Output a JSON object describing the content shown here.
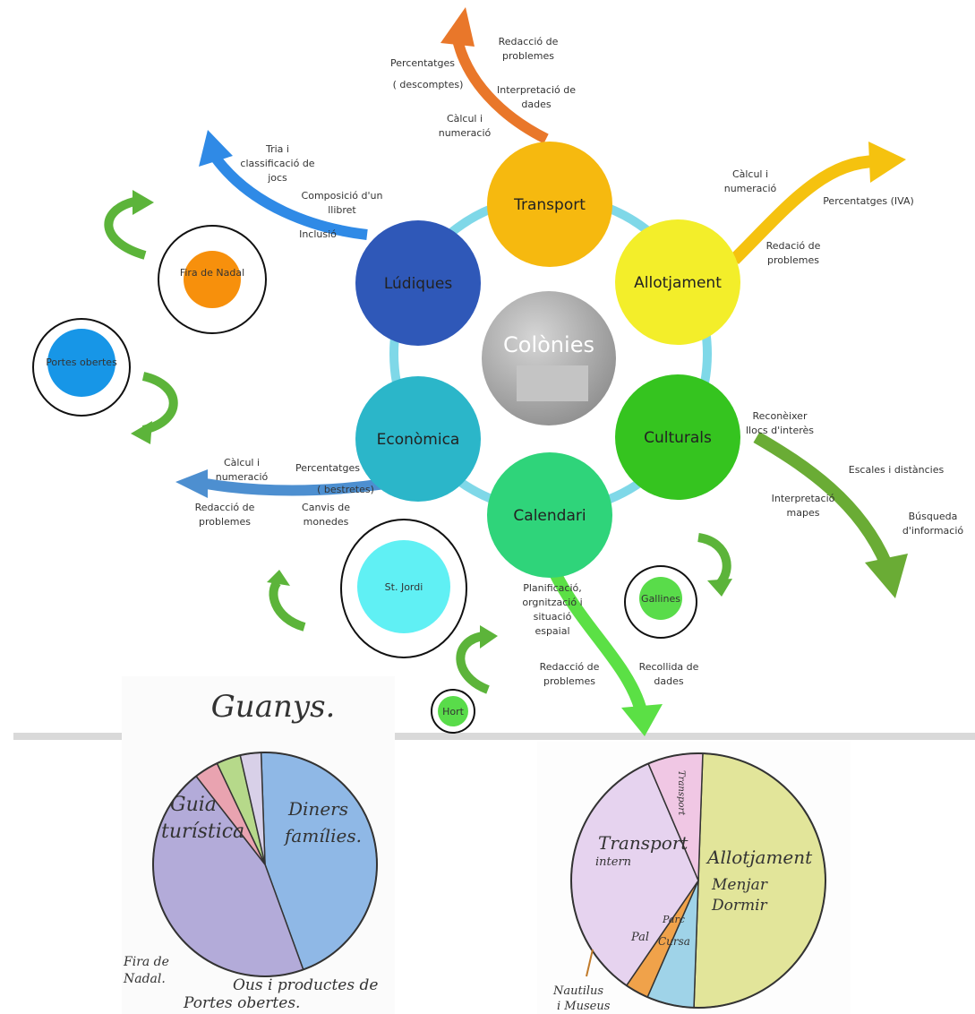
{
  "center": {
    "label": "Colònies"
  },
  "nodes": [
    {
      "id": "transport",
      "label": "Transport",
      "color": "#f6b90f"
    },
    {
      "id": "allotjament",
      "label": "Allotjament",
      "color": "#f3ee2a"
    },
    {
      "id": "culturals",
      "label": "Culturals",
      "color": "#35c41f"
    },
    {
      "id": "calendari",
      "label": "Calendari",
      "color": "#2fd47a"
    },
    {
      "id": "economica",
      "label": "Econòmica",
      "color": "#2bb6c9"
    },
    {
      "id": "ludiques",
      "label": "Lúdiques",
      "color": "#2f58b8"
    }
  ],
  "events": [
    {
      "id": "fira",
      "label": "Fira de Nadal",
      "color": "#f7900c"
    },
    {
      "id": "portes",
      "label": "Portes obertes",
      "color": "#1796e7"
    },
    {
      "id": "jordi",
      "label": "St. Jordi",
      "color": "#60f0f4"
    },
    {
      "id": "gallines",
      "label": "Gallines",
      "color": "#59dc4a"
    },
    {
      "id": "hort",
      "label": "Hort",
      "color": "#59dc4a"
    }
  ],
  "notes": {
    "transport": [
      "Redacció de",
      "problemes",
      "Percentatges",
      "( descomptes)",
      "Interpretació de",
      "dades",
      "Càlcul i",
      "numeració"
    ],
    "allotjament": [
      "Càlcul i",
      "numeració",
      "Percentatges (IVA)",
      "Redació de",
      "problemes"
    ],
    "culturals": [
      "Reconèixer",
      "llocs d'interès",
      "Escales i distàncies",
      "Interpretació",
      "mapes",
      "Búsqueda",
      "d'informació"
    ],
    "calendari": [
      "Planificació,",
      "orgnització i",
      "situació",
      "espaial",
      "Redacció de",
      "problemes",
      "Recollida de",
      "dades"
    ],
    "economica": [
      "Càlcul i",
      "numeració",
      "Percentatges",
      "( bestretes)",
      "Redacció de",
      "problemes",
      "Canvis de",
      "monedes"
    ],
    "ludiques": [
      "Tria i",
      "classificació de",
      "jocs",
      "Composició d'un",
      "llibret",
      "Inclusió"
    ]
  },
  "drawings": {
    "left_title": "Guanys.",
    "left_labels": [
      "Guia",
      "turística",
      "Diners",
      "famílies.",
      "Fira de",
      "Nadal.",
      "Ous i productes de",
      "Portes obertes."
    ],
    "right_labels": [
      "Transport",
      "intern",
      "Allotjament",
      "Menjar",
      "Dormir",
      "Pal",
      "Parc",
      "Cursa",
      "Transport",
      "Nautilus",
      "i Museus"
    ]
  },
  "chart_data": [
    {
      "type": "pie",
      "title": "Guanys.",
      "categories": [
        "Guia turística",
        "Diners famílies.",
        "Ous i productes de",
        "Portes obertes.",
        "Fira de Nadal."
      ],
      "values": [
        45,
        45,
        3.5,
        3.5,
        3
      ]
    },
    {
      "type": "pie",
      "title": "",
      "categories": [
        "Allotjament Menjar Dormir",
        "Pal Parc Cursa",
        "Nautilus i Museus",
        "Transport intern",
        "Transport"
      ],
      "values": [
        50,
        6,
        3,
        34,
        7
      ]
    }
  ]
}
